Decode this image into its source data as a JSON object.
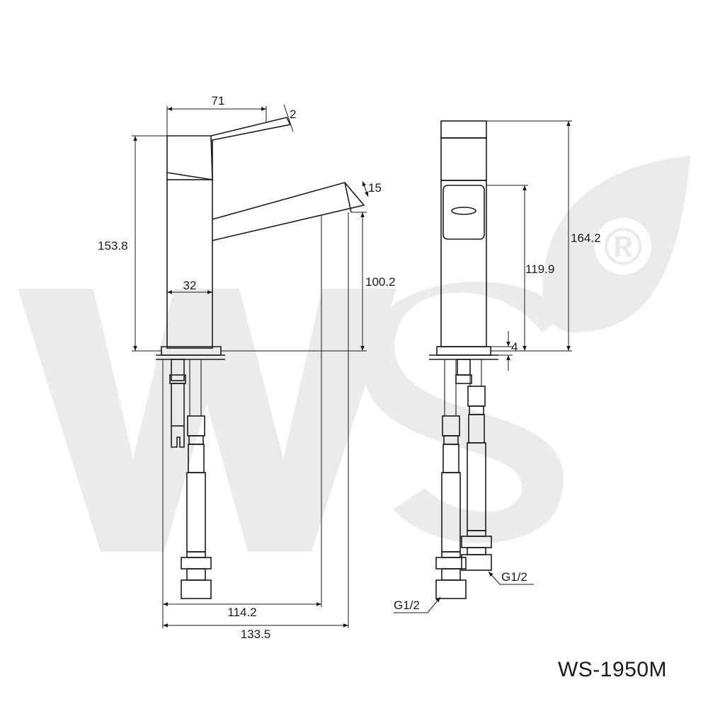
{
  "watermark": {
    "text": "WS",
    "registered_mark": "®",
    "color": "#ebebeb"
  },
  "side_view": {
    "dimensions": {
      "handle_length": "71",
      "handle_angle": "2",
      "spout_thickness": "15",
      "total_height": "153.8",
      "body_width": "32",
      "spout_height": "100.2",
      "spout_reach": "114.2",
      "overall_reach": "133.5"
    }
  },
  "front_view": {
    "dimensions": {
      "total_height": "164.2",
      "spout_height": "119.9",
      "base_thickness": "4"
    },
    "connections": {
      "left": "G1/2",
      "right": "G1/2"
    }
  },
  "model": "WS-1950M",
  "line_color": "#1a1a1a"
}
